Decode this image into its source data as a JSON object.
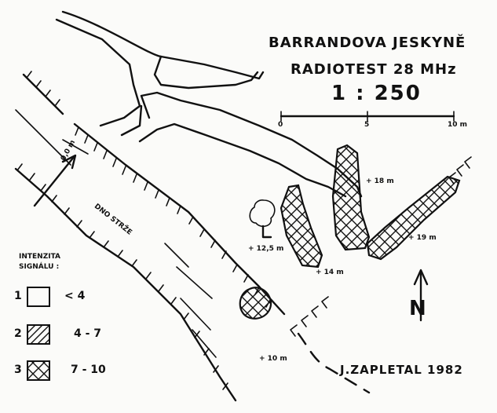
{
  "title": {
    "line1": "BARRANDOVA JESKYNĚ",
    "line2": "RADIOTEST 28 MHz",
    "scale": "1 : 250"
  },
  "scalebar": {
    "ticks": [
      "0",
      "5",
      "10 m"
    ]
  },
  "labels": {
    "dno_strze": "DNO STRŽE",
    "marker": "0,0 m",
    "depths": [
      "+ 18 m",
      "+ 19 m",
      "+ 12,5 m",
      "+ 14 m",
      "+ 10 m"
    ]
  },
  "legend": {
    "heading_line1": "INTENZITA",
    "heading_line2": "SIGNÁLU :",
    "items": [
      {
        "num": "1",
        "pattern": "empty",
        "range": "< 4"
      },
      {
        "num": "2",
        "pattern": "single-hatch",
        "range": "4 - 7"
      },
      {
        "num": "3",
        "pattern": "cross-hatch",
        "range": "7 - 10"
      }
    ]
  },
  "north": "N",
  "author": "J.ZAPLETAL 1982"
}
